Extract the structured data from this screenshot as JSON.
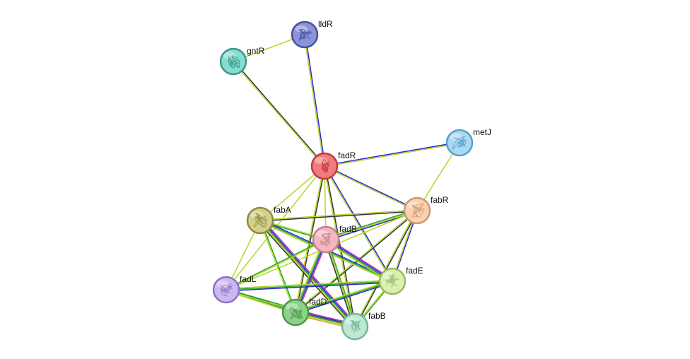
{
  "network": {
    "nodes": [
      {
        "id": "lldR",
        "label": "lldR",
        "color": "#8a95d8",
        "border": "#4a4f9c",
        "icon": "protein-structure-icon"
      },
      {
        "id": "gntR",
        "label": "gntR",
        "color": "#86dcd0",
        "border": "#3f9488",
        "icon": "protein-structure-icon"
      },
      {
        "id": "metJ",
        "label": "metJ",
        "color": "#a9d8f3",
        "border": "#5aa0c8",
        "icon": "protein-structure-icon"
      },
      {
        "id": "fadR",
        "label": "fadR",
        "color": "#f07b80",
        "border": "#c0393f",
        "icon": "protein-structure-icon"
      },
      {
        "id": "fabR",
        "label": "fabR",
        "color": "#fbd2b0",
        "border": "#c79872",
        "icon": "protein-structure-icon"
      },
      {
        "id": "fabA",
        "label": "fabA",
        "color": "#d4d08c",
        "border": "#8e8a3f",
        "icon": "protein-structure-icon"
      },
      {
        "id": "fadB",
        "label": "fadB",
        "color": "#f4b6c0",
        "border": "#c0828d",
        "icon": "protein-structure-icon"
      },
      {
        "id": "fadE",
        "label": "fadE",
        "color": "#d9f0b0",
        "border": "#98b86c",
        "icon": "protein-structure-icon"
      },
      {
        "id": "fadL",
        "label": "fadL",
        "color": "#cdb8f0",
        "border": "#8c72c0",
        "icon": "protein-structure-icon"
      },
      {
        "id": "fadD",
        "label": "fadD",
        "color": "#8fd18a",
        "border": "#4c9848",
        "icon": "protein-structure-icon"
      },
      {
        "id": "fabB",
        "label": "fabB",
        "color": "#bde8d4",
        "border": "#72b896",
        "icon": "protein-structure-icon"
      }
    ],
    "edges": [
      {
        "source": "gntR",
        "target": "lldR",
        "colors": [
          "#b6d62a"
        ]
      },
      {
        "source": "gntR",
        "target": "fadR",
        "colors": [
          "#333333",
          "#b6d62a"
        ]
      },
      {
        "source": "lldR",
        "target": "fadR",
        "colors": [
          "#2a2ad6",
          "#b6d62a"
        ]
      },
      {
        "source": "fadR",
        "target": "metJ",
        "colors": [
          "#2a2ad6",
          "#b6d62a"
        ]
      },
      {
        "source": "metJ",
        "target": "fabR",
        "colors": [
          "#b6d62a"
        ]
      },
      {
        "source": "fadR",
        "target": "fabR",
        "colors": [
          "#2a2ad6",
          "#b6d62a"
        ]
      },
      {
        "source": "fadR",
        "target": "fabA",
        "colors": [
          "#b6d62a"
        ]
      },
      {
        "source": "fadR",
        "target": "fadB",
        "colors": [
          "#b6d62a"
        ]
      },
      {
        "source": "fadR",
        "target": "fadE",
        "colors": [
          "#2a2ad6",
          "#b6d62a"
        ]
      },
      {
        "source": "fadR",
        "target": "fadL",
        "colors": [
          "#b6d62a"
        ]
      },
      {
        "source": "fadR",
        "target": "fadD",
        "colors": [
          "#333333",
          "#b6d62a"
        ]
      },
      {
        "source": "fadR",
        "target": "fabB",
        "colors": [
          "#333333",
          "#b6d62a"
        ]
      },
      {
        "source": "fabR",
        "target": "fabA",
        "colors": [
          "#333333",
          "#b6d62a"
        ]
      },
      {
        "source": "fabR",
        "target": "fadB",
        "colors": [
          "#2a2ad6",
          "#b6d62a",
          "#26a626"
        ]
      },
      {
        "source": "fabR",
        "target": "fadE",
        "colors": [
          "#2a2ad6",
          "#b6d62a"
        ]
      },
      {
        "source": "fabR",
        "target": "fadL",
        "colors": [
          "#b6d62a"
        ]
      },
      {
        "source": "fabR",
        "target": "fadD",
        "colors": [
          "#333333",
          "#b6d62a"
        ]
      },
      {
        "source": "fabR",
        "target": "fabB",
        "colors": [
          "#333333",
          "#b6d62a"
        ]
      },
      {
        "source": "fabA",
        "target": "fadB",
        "colors": [
          "#b6d62a",
          "#26a626"
        ]
      },
      {
        "source": "fabA",
        "target": "fadE",
        "colors": [
          "#2a2ad6",
          "#26a626",
          "#b6d62a"
        ]
      },
      {
        "source": "fabA",
        "target": "fadL",
        "colors": [
          "#b6d62a"
        ]
      },
      {
        "source": "fabA",
        "target": "fadD",
        "colors": [
          "#26a626",
          "#b6d62a"
        ]
      },
      {
        "source": "fabA",
        "target": "fabB",
        "colors": [
          "#c02ac0",
          "#2a2ad6",
          "#26a626",
          "#b6d62a",
          "#333333"
        ]
      },
      {
        "source": "fadB",
        "target": "fadE",
        "colors": [
          "#c02ac0",
          "#2a2ad6",
          "#26a626",
          "#b6d62a"
        ]
      },
      {
        "source": "fadB",
        "target": "fadL",
        "colors": [
          "#b6d62a",
          "#26a626"
        ]
      },
      {
        "source": "fadB",
        "target": "fadD",
        "colors": [
          "#c02ac0",
          "#2a2ad6",
          "#26a626",
          "#b6d62a"
        ]
      },
      {
        "source": "fadB",
        "target": "fabB",
        "colors": [
          "#26a626",
          "#b6d62a",
          "#333333"
        ]
      },
      {
        "source": "fadE",
        "target": "fadL",
        "colors": [
          "#2a2ad6",
          "#26a626",
          "#b6d62a"
        ]
      },
      {
        "source": "fadE",
        "target": "fadD",
        "colors": [
          "#2a2ad6",
          "#26a626",
          "#b6d62a"
        ]
      },
      {
        "source": "fadE",
        "target": "fabB",
        "colors": [
          "#26a626",
          "#b6d62a"
        ]
      },
      {
        "source": "fadL",
        "target": "fadD",
        "colors": [
          "#2a2ad6",
          "#26a626",
          "#b6d62a"
        ]
      },
      {
        "source": "fadL",
        "target": "fabB",
        "colors": [
          "#26a626",
          "#b6d62a"
        ]
      },
      {
        "source": "fadD",
        "target": "fabB",
        "colors": [
          "#c02ac0",
          "#2a2ad6",
          "#26a626",
          "#b6d62a",
          "#e0a020"
        ]
      }
    ]
  }
}
